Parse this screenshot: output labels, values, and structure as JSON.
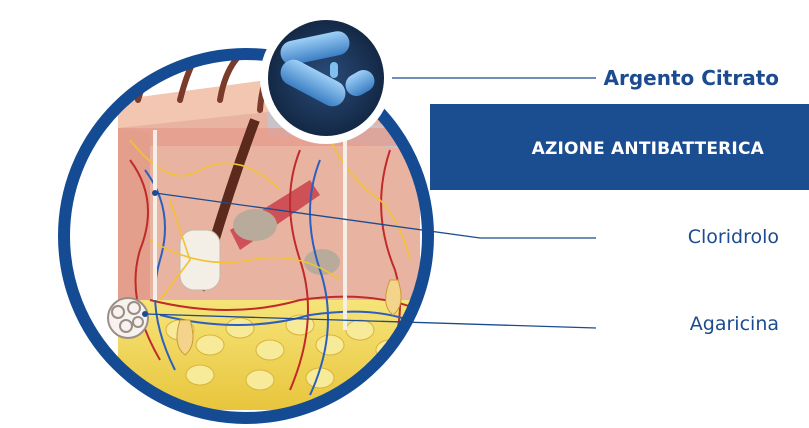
{
  "labels": {
    "argento": "Argento Citrato",
    "banner": "AZIONE ANTIBATTERICA",
    "cloridrolo": "Cloridrolo",
    "agaricina": "Agaricina"
  },
  "colors": {
    "brand_blue": "#1b4d91",
    "label_blue": "#1c4b8f",
    "ring_blue": "#144b93",
    "bacteria_blue": "#5fa8e6"
  },
  "illustration": {
    "skin_section": "skin-cross-section-illustration",
    "bacteria": "bacteria-illustration"
  }
}
